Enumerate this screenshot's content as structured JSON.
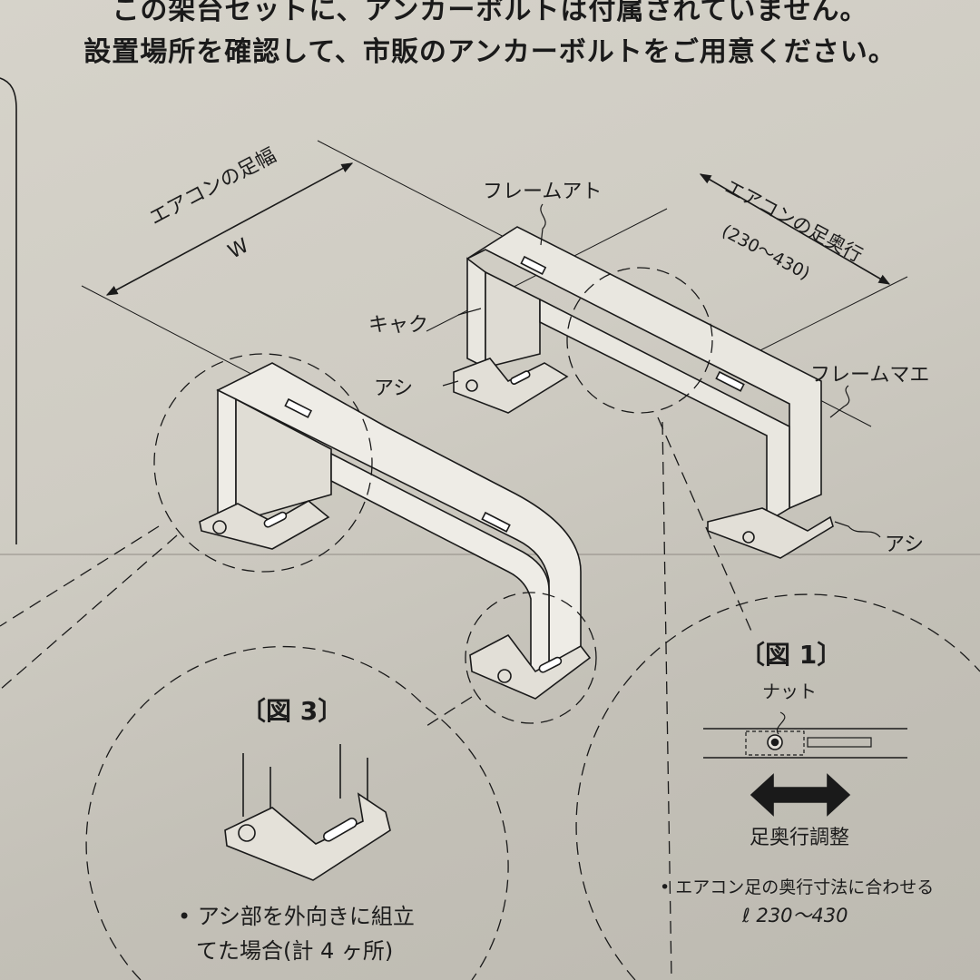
{
  "header": {
    "line1": "この架台セットに、アンカーボルトは付属されていません。",
    "line2": "設置場所を確認して、市販のアンカーボルトをご用意ください。"
  },
  "main_figure": {
    "width_label": "エアコンの足幅",
    "width_symbol": "W",
    "depth_label": "エアコンの足奥行",
    "depth_range": "(230〜430)",
    "frame_rear": "フレームアト",
    "frame_front": "フレームマエ",
    "leg_bracket": "キャク",
    "foot_left": "アシ",
    "foot_right": "アシ"
  },
  "figure1": {
    "title": "〔図 1〕",
    "nut_label": "ナット",
    "adjust_label": "足奥行調整",
    "note_line1": "• エアコン足の奥行寸法に合わせる",
    "note_line2": "ℓ 230〜430"
  },
  "figure3": {
    "title": "〔図 3〕",
    "note_line1": "• アシ部を外向きに組立",
    "note_line2": "てた場合(計 4 ヶ所)"
  }
}
